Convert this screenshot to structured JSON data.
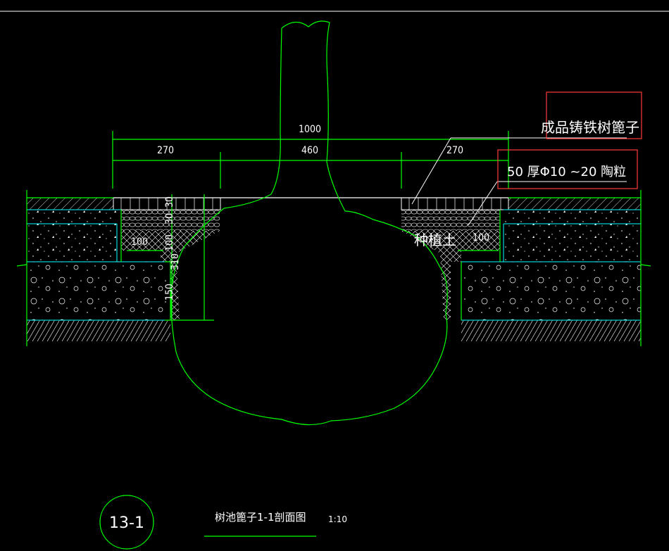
{
  "drawing": {
    "dimensions": {
      "overall": "1000",
      "left": "270",
      "middle": "460",
      "right": "270",
      "grate_thickness": "30",
      "gravel_thickness": "30",
      "curb_width_left": "100",
      "curb_width_right": "100",
      "depth_100": "100",
      "depth_310": "310",
      "depth_150": "150"
    },
    "labels": {
      "grate": "成品铸铁树篦子",
      "gravel": "50  厚Φ10  ~20  陶粒",
      "soil": "种植土"
    },
    "title_block": {
      "number": "13-1",
      "title": "树池篦子1-1剖面图",
      "scale": "1:10"
    }
  },
  "colors": {
    "background": "#000000",
    "outline": "#00ff00",
    "layer": "#00ffff",
    "text": "#ffffff",
    "highlight": "#ff3b3b"
  }
}
